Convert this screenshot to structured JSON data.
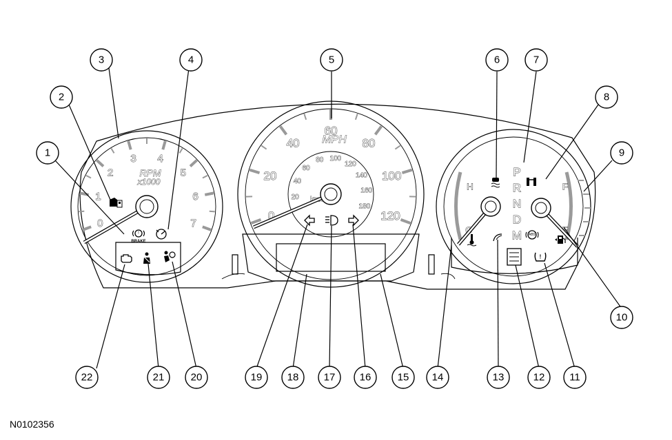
{
  "figure_id": "N0102356",
  "callouts": [
    "1",
    "2",
    "3",
    "4",
    "5",
    "6",
    "7",
    "8",
    "9",
    "10",
    "11",
    "12",
    "13",
    "14",
    "15",
    "16",
    "17",
    "18",
    "19",
    "20",
    "21",
    "22"
  ],
  "tachometer": {
    "label_line1": "RPM",
    "label_line2": "x1000",
    "scale": [
      "0",
      "1",
      "2",
      "3",
      "4",
      "5",
      "6",
      "7"
    ],
    "brake_text": "BRAKE"
  },
  "speedometer": {
    "mph_label": "MPH",
    "kmh_label": "km/h",
    "mph_scale": [
      "0",
      "20",
      "40",
      "60",
      "80",
      "100",
      "120"
    ],
    "kmh_scale": [
      "20",
      "40",
      "60",
      "80",
      "100",
      "120",
      "140",
      "160",
      "180"
    ]
  },
  "temperature_gauge": {
    "hot": "H",
    "cold": "C"
  },
  "fuel_gauge": {
    "full": "F",
    "empty": "E"
  },
  "gear_indicator": [
    "P",
    "R",
    "N",
    "D",
    "M"
  ]
}
